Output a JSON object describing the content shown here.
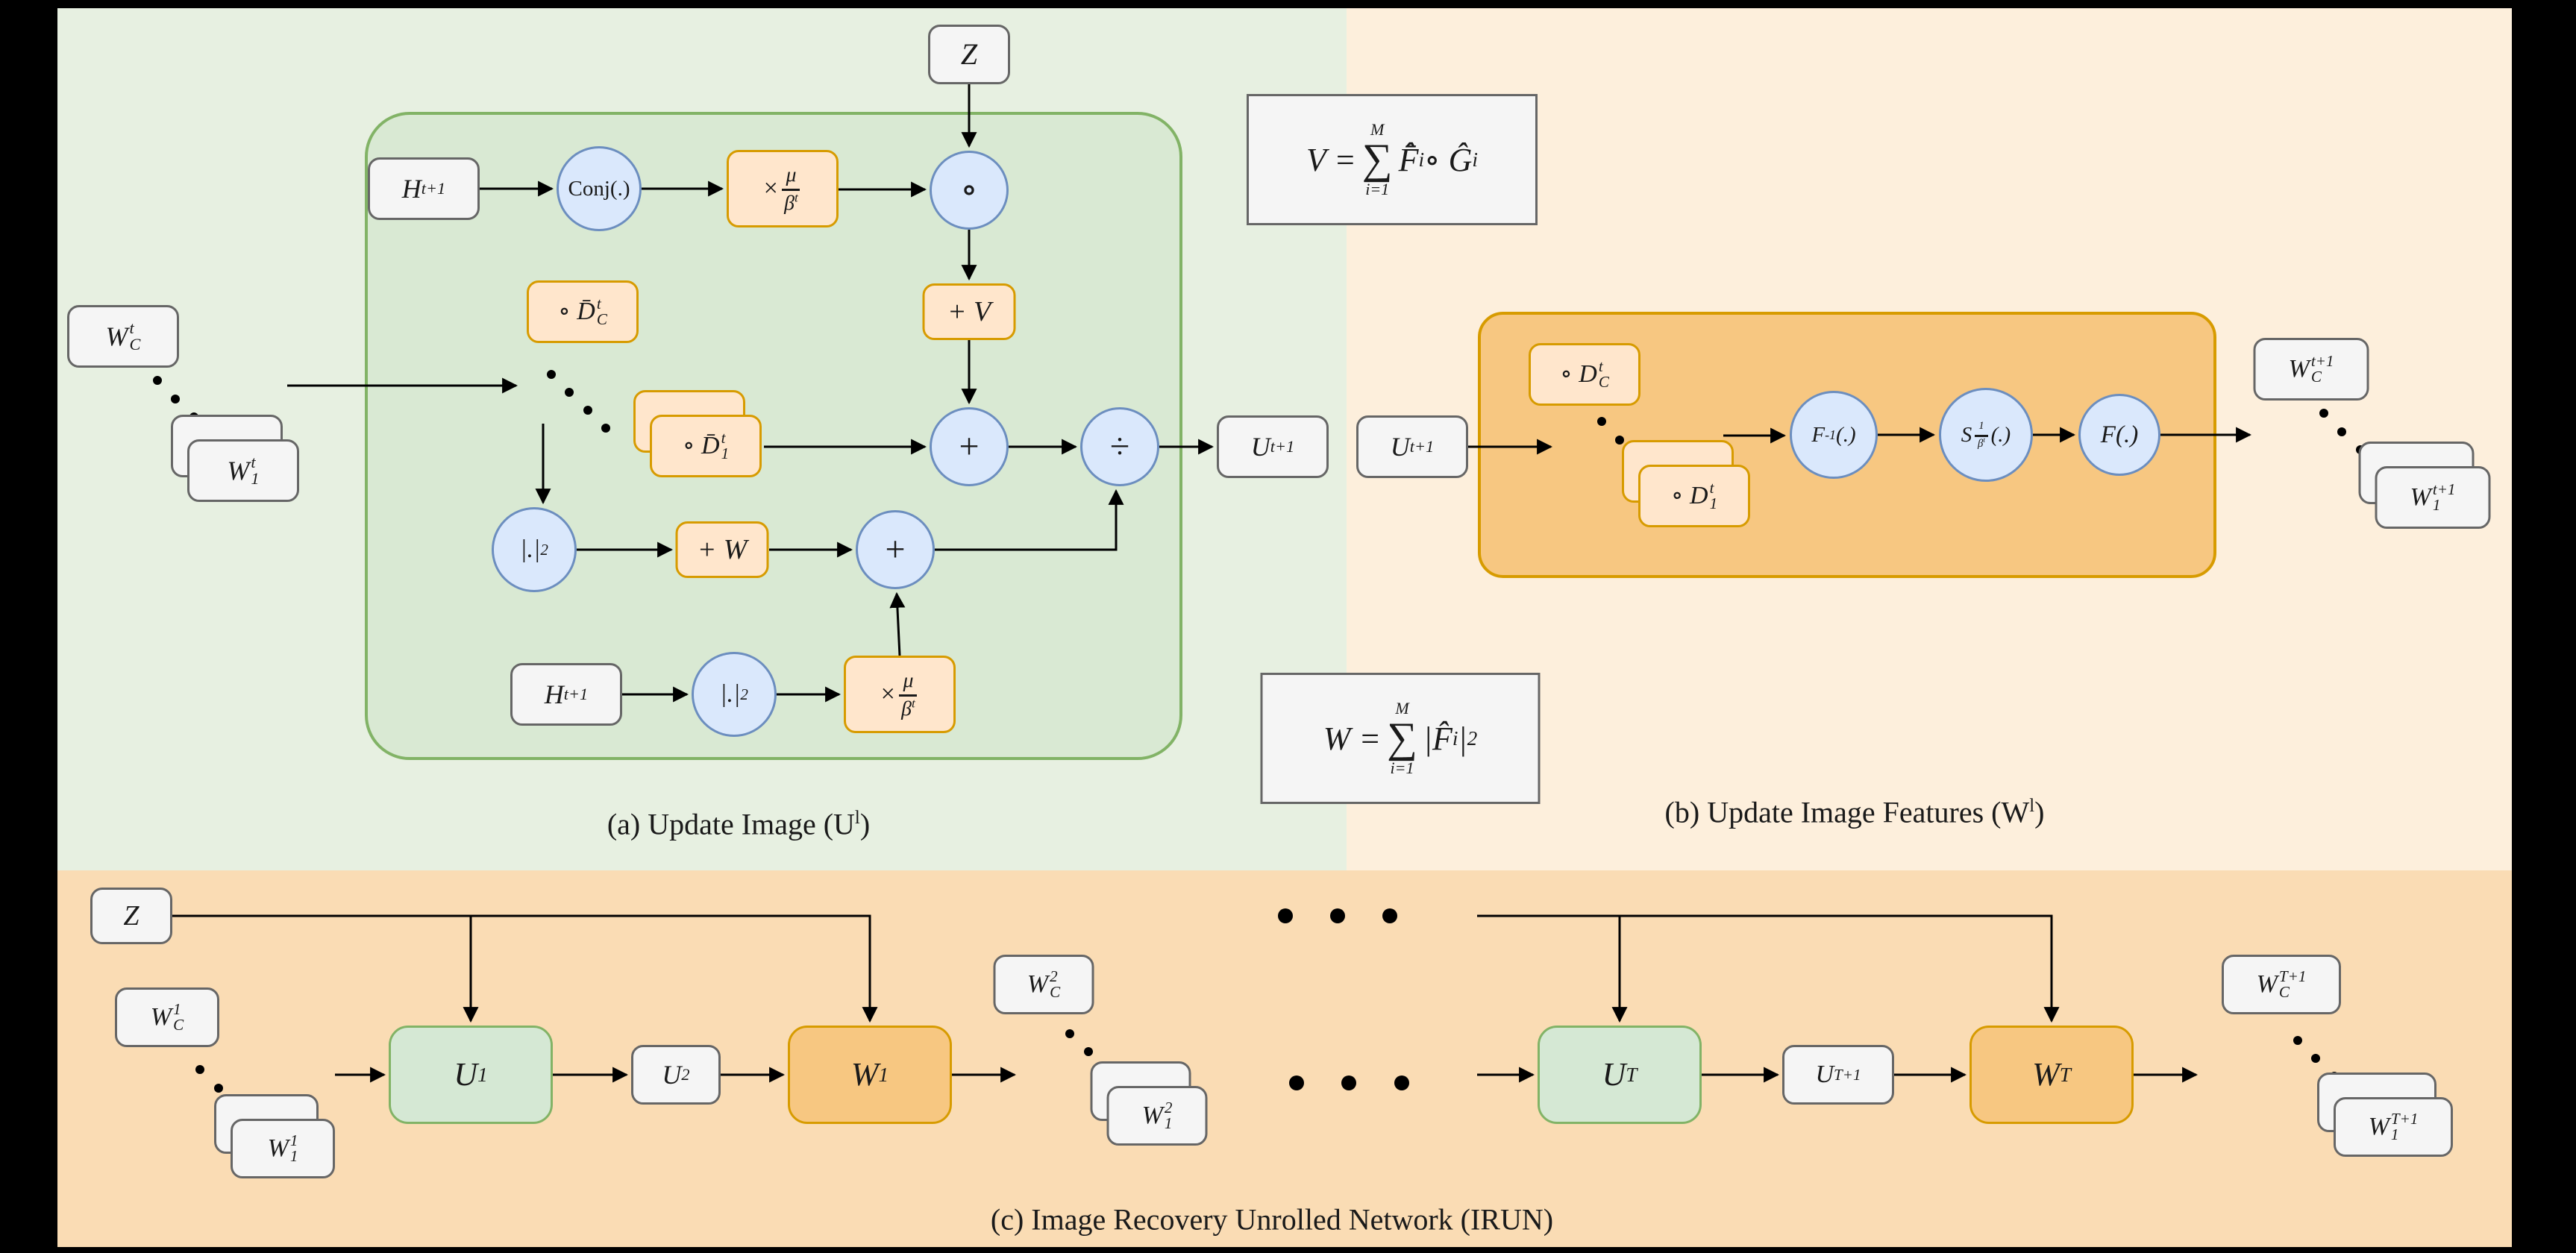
{
  "colors": {
    "background": "#000000",
    "panel_a_bg": "#e7f0e1",
    "panel_b_bg": "#fdefdc",
    "panel_c_bg": "#fadcb4",
    "green_fill": "#d5e8d4",
    "green_stroke": "#82b366",
    "orange_fill": "#ffe6cc",
    "deep_orange_fill": "#f7c781",
    "orange_stroke": "#d79b00",
    "blue_fill": "#dae8fc",
    "blue_stroke": "#6c8ebf",
    "gray_fill": "#f5f5f5",
    "gray_stroke": "#666666"
  },
  "panel_a": {
    "caption": "(a) Update Image (U^l)",
    "nodes": {
      "z": "Z",
      "h_top": "H^{t+1}",
      "conj": "Conj(.)",
      "times_mu_beta_top": "×\\frac{μ}{β^t}",
      "hadamard": "∘",
      "plus_v": "+ V",
      "d_bar_c": "∘ D̄_C^t",
      "d_bar_1": "∘ D̄_1^t",
      "sum_top": "+",
      "divide": "÷",
      "u_out": "U^{t+1}",
      "abs_sq_mid": "|.|^2",
      "plus_w": "+ W",
      "sum_bottom": "+",
      "h_bottom": "H^{t+1}",
      "abs_sq_bottom": "|.|^2",
      "times_mu_beta_bottom": "×\\frac{μ}{β^t}",
      "w_c_in": "W_C^t",
      "w_1_in": "W_1^t"
    }
  },
  "formulas": {
    "v": "V = \\sum{i=1}{M} F̂̄_i ∘ Ĝ_i",
    "w": "W = \\sum{i=1}{M} |F̂_i|^2"
  },
  "panel_b": {
    "caption": "(b) Update Image Features (W^l)",
    "nodes": {
      "u_in": "U^{t+1}",
      "d_c": "∘ D_C^t",
      "d_1": "∘ D_1^t",
      "f_inv": "F^{-1}(.)",
      "soft_threshold": "S_{\\frac{1}{β^t}}(.)",
      "f": "F(.)",
      "w_c_out": "W_C^{t+1}",
      "w_1_out": "W_1^{t+1}"
    }
  },
  "panel_c": {
    "caption": "(c) Image Recovery Unrolled Network (IRUN)",
    "nodes": {
      "z": "Z",
      "w_c_1": "W_C^1",
      "w_1_1": "W_1^1",
      "u_block_1": "U^1",
      "u_2": "U^2",
      "w_block_1": "W^1",
      "w_c_2": "W_C^2",
      "w_1_2": "W_1^2",
      "u_block_t": "U^T",
      "u_t1": "U^{T+1}",
      "w_block_t": "W^T",
      "w_c_t1": "W_C^{T+1}",
      "w_1_t1": "W_1^{T+1}"
    }
  }
}
